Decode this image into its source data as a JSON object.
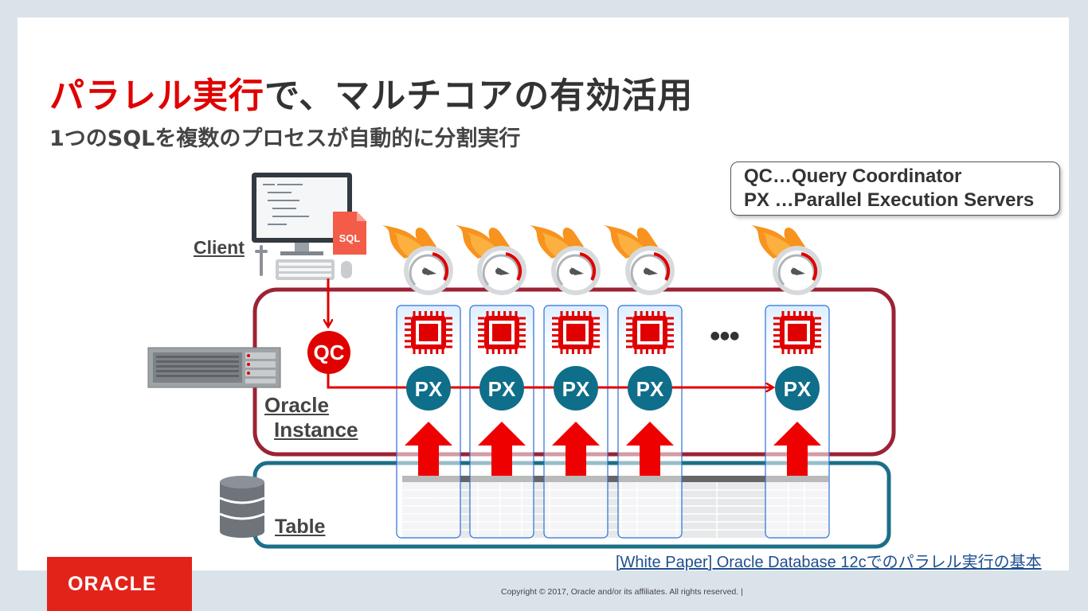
{
  "title": {
    "highlight": "パラレル実行",
    "rest": "で、マルチコアの有効活用"
  },
  "subtitle": "1つのSQLを複数のプロセスが自動的に分割実行",
  "legend": {
    "line1": "QC…Query Coordinator",
    "line2": "PX …Parallel Execution Servers"
  },
  "labels": {
    "client": "Client",
    "sql_doc": "SQL",
    "qc": "QC",
    "oracle": "Oracle",
    "instance": "Instance",
    "table": "Table",
    "ellipsis": "●●●"
  },
  "px_nodes": [
    {
      "label": "PX"
    },
    {
      "label": "PX"
    },
    {
      "label": "PX"
    },
    {
      "label": "PX"
    },
    {
      "label": "PX"
    }
  ],
  "colors": {
    "accent": "#e00000",
    "instance_border": "#9b2335",
    "table_border": "#1b6f87",
    "px_fill": "#0f6e8a"
  },
  "footer": {
    "link": "[White Paper] Oracle Database 12cでのパラレル実行の基本",
    "logo": "ORACLE",
    "copyright": "Copyright © 2017, Oracle and/or its affiliates. All rights reserved.  |"
  }
}
